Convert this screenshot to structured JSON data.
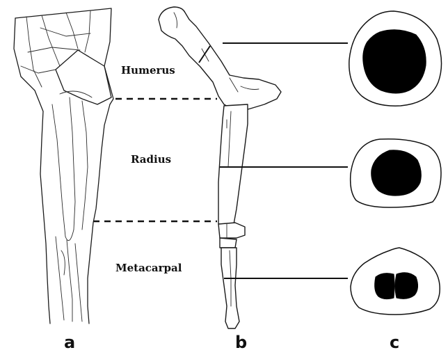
{
  "labels": {
    "humerus": "Humerus",
    "radius": "Radius",
    "metacarpal": "Metacarpal"
  },
  "panels": {
    "a": "a",
    "b": "b",
    "c": "c"
  },
  "colors": {
    "line": "#111111",
    "marrow": "#000000",
    "background": "#ffffff"
  }
}
